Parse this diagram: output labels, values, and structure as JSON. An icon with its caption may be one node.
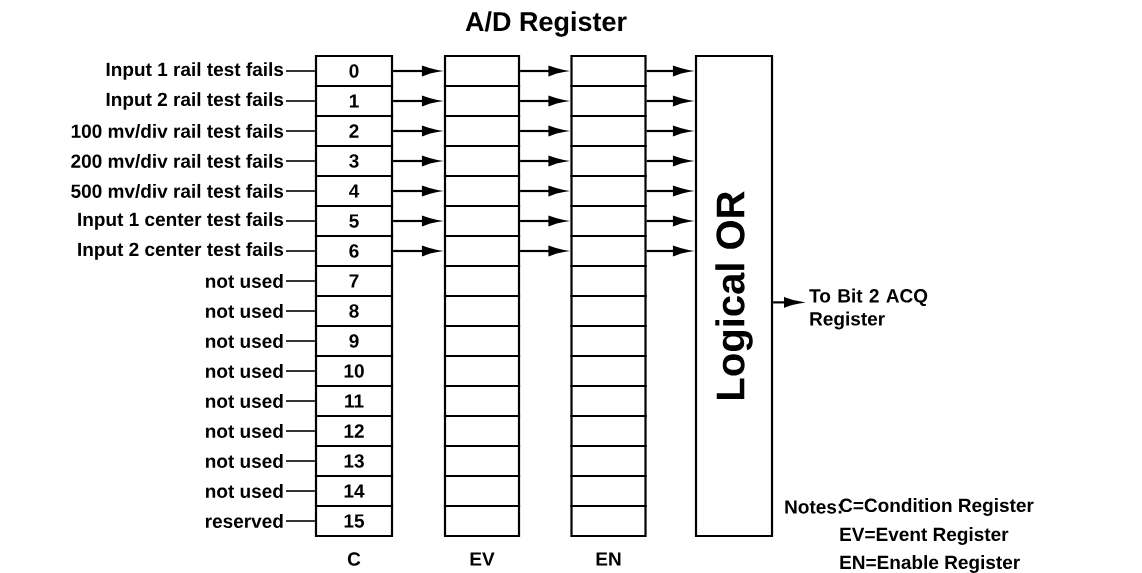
{
  "diagram": {
    "title": "A/D Register",
    "nodes": [
      {
        "text": [
          "Input 1 rail test fails"
        ]
      },
      {
        "text": [
          "Input 2 rail test fails"
        ]
      },
      {
        "text": [
          "100 mv/div rail test fails"
        ]
      },
      {
        "text": [
          "200 mv/div  rail test fails"
        ]
      },
      {
        "text": [
          "500 mv/div  rail test fails"
        ]
      },
      {
        "text": [
          "Input 1 center test fails"
        ]
      },
      {
        "text": [
          "Input 2 center test fails"
        ]
      },
      {
        "text": [
          "not used"
        ]
      },
      {
        "text": [
          "not used"
        ]
      },
      {
        "text": [
          "not used"
        ]
      },
      {
        "text": [
          "not used"
        ]
      },
      {
        "text": [
          "not used"
        ]
      },
      {
        "text": [
          "not used"
        ]
      },
      {
        "text": [
          "not used"
        ]
      },
      {
        "text": [
          "not used"
        ]
      },
      {
        "text": [
          "reserved"
        ]
      },
      {
        "text": [
          "0"
        ]
      },
      {
        "text": [
          "1"
        ]
      },
      {
        "text": [
          "2"
        ]
      },
      {
        "text": [
          "3"
        ]
      },
      {
        "text": [
          "4"
        ]
      },
      {
        "text": [
          "5"
        ]
      },
      {
        "text": [
          "6"
        ]
      },
      {
        "text": [
          "7"
        ]
      },
      {
        "text": [
          "8"
        ]
      },
      {
        "text": [
          "9"
        ]
      },
      {
        "text": [
          "10"
        ]
      },
      {
        "text": [
          "11"
        ]
      },
      {
        "text": [
          "12"
        ]
      },
      {
        "text": [
          "13"
        ]
      },
      {
        "text": [
          "14"
        ]
      },
      {
        "text": [
          "15"
        ]
      },
      {
        "text": [],
        "shape": "box"
      },
      {
        "text": [],
        "shape": "box"
      },
      {
        "text": [],
        "shape": "box"
      },
      {
        "text": [],
        "shape": "box"
      },
      {
        "text": [],
        "shape": "box"
      },
      {
        "text": [],
        "shape": "box"
      },
      {
        "text": [],
        "shape": "box"
      },
      {
        "text": [],
        "shape": "box"
      },
      {
        "text": [],
        "shape": "box"
      },
      {
        "text": [],
        "shape": "box"
      },
      {
        "text": [],
        "shape": "box"
      },
      {
        "text": [],
        "shape": "box"
      },
      {
        "text": [],
        "shape": "box"
      },
      {
        "text": [],
        "shape": "box"
      },
      {
        "text": [],
        "shape": "box"
      },
      {
        "text": [],
        "shape": "box"
      },
      {
        "text": [],
        "shape": "box"
      },
      {
        "text": [],
        "shape": "box"
      },
      {
        "text": [],
        "shape": "box"
      },
      {
        "text": [],
        "shape": "box"
      },
      {
        "text": [],
        "shape": "box"
      },
      {
        "text": [],
        "shape": "box"
      },
      {
        "text": [],
        "shape": "box"
      },
      {
        "text": [],
        "shape": "box"
      },
      {
        "text": [],
        "shape": "box"
      },
      {
        "text": [],
        "shape": "box"
      },
      {
        "text": [],
        "shape": "box"
      },
      {
        "text": [],
        "shape": "box"
      },
      {
        "text": [],
        "shape": "box"
      },
      {
        "text": [],
        "shape": "box"
      },
      {
        "text": [],
        "shape": "box"
      },
      {
        "text": [],
        "shape": "box"
      },
      {
        "text": [
          "Logical OR"
        ]
      },
      {
        "text": [
          "To Bit 2 ACQ Register"
        ]
      }
    ],
    "edges": [
      {
        "from": 0,
        "to": 16,
        "arrow": "none"
      },
      {
        "from": 1,
        "to": 17,
        "arrow": "none"
      },
      {
        "from": 2,
        "to": 18,
        "arrow": "none"
      },
      {
        "from": 3,
        "to": 19,
        "arrow": "none"
      },
      {
        "from": 4,
        "to": 20,
        "arrow": "none"
      },
      {
        "from": 5,
        "to": 21,
        "arrow": "none"
      },
      {
        "from": 6,
        "to": 22,
        "arrow": "none"
      },
      {
        "from": 7,
        "to": 23,
        "arrow": "none"
      },
      {
        "from": 8,
        "to": 24,
        "arrow": "none"
      },
      {
        "from": 9,
        "to": 25,
        "arrow": "none"
      },
      {
        "from": 10,
        "to": 26,
        "arrow": "none"
      },
      {
        "from": 11,
        "to": 27,
        "arrow": "none"
      },
      {
        "from": 12,
        "to": 28,
        "arrow": "none"
      },
      {
        "from": 13,
        "to": 29,
        "arrow": "none"
      },
      {
        "from": 14,
        "to": 30,
        "arrow": "none"
      },
      {
        "from": 15,
        "to": 31,
        "arrow": "none"
      },
      {
        "from": 16,
        "to": 32,
        "arrow": "to"
      },
      {
        "from": 17,
        "to": 33,
        "arrow": "to"
      },
      {
        "from": 18,
        "to": 34,
        "arrow": "to"
      },
      {
        "from": 19,
        "to": 35,
        "arrow": "to"
      },
      {
        "from": 20,
        "to": 36,
        "arrow": "to"
      },
      {
        "from": 21,
        "to": 37,
        "arrow": "to"
      },
      {
        "from": 22,
        "to": 38,
        "arrow": "to"
      },
      {
        "from": 32,
        "to": 48,
        "arrow": "to"
      },
      {
        "from": 33,
        "to": 49,
        "arrow": "to"
      },
      {
        "from": 34,
        "to": 50,
        "arrow": "to"
      },
      {
        "from": 35,
        "to": 51,
        "arrow": "to"
      },
      {
        "from": 36,
        "to": 52,
        "arrow": "to"
      },
      {
        "from": 37,
        "to": 53,
        "arrow": "to"
      },
      {
        "from": 38,
        "to": 54,
        "arrow": "to"
      },
      {
        "from": 48,
        "to": 64,
        "arrow": "to"
      },
      {
        "from": 49,
        "to": 64,
        "arrow": "to"
      },
      {
        "from": 50,
        "to": 64,
        "arrow": "to"
      },
      {
        "from": 51,
        "to": 64,
        "arrow": "to"
      },
      {
        "from": 52,
        "to": 64,
        "arrow": "to"
      },
      {
        "from": 53,
        "to": 64,
        "arrow": "to"
      },
      {
        "from": 54,
        "to": 64,
        "arrow": "to"
      },
      {
        "from": 64,
        "to": 65,
        "arrow": "to"
      }
    ],
    "labels": [
      "C",
      "EV",
      "EN",
      "Notes:",
      "C=Condition Register",
      "EV=Event Register",
      "EN=Enable Register"
    ]
  }
}
